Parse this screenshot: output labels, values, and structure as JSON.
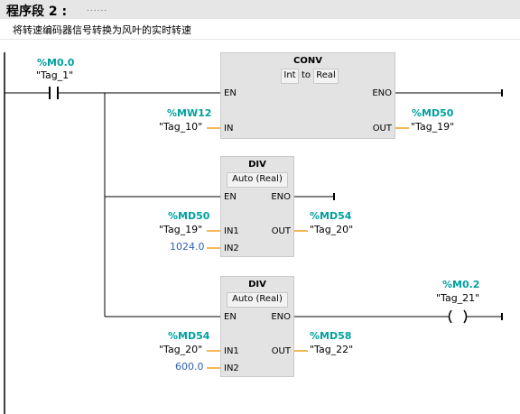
{
  "network": {
    "title": "程序段 2 :",
    "title_dots": "......",
    "comment": "将转速编码器信号转换为风叶的实时转速"
  },
  "contact": {
    "address": "%M0.0",
    "tag": "\"Tag_1\""
  },
  "conv": {
    "title": "CONV",
    "type_from": "Int",
    "type_to_sep": "to",
    "type_to": "Real",
    "en": "EN",
    "eno": "ENO",
    "in": "IN",
    "out": "OUT",
    "in_addr": "%MW12",
    "in_tag": "\"Tag_10\"",
    "out_addr": "%MD50",
    "out_tag": "\"Tag_19\""
  },
  "div1": {
    "title": "DIV",
    "type": "Auto (Real)",
    "en": "EN",
    "eno": "ENO",
    "in1": "IN1",
    "in2": "IN2",
    "out": "OUT",
    "in1_addr": "%MD50",
    "in1_tag": "\"Tag_19\"",
    "in2_const": "1024.0",
    "out_addr": "%MD54",
    "out_tag": "\"Tag_20\""
  },
  "div2": {
    "title": "DIV",
    "type": "Auto (Real)",
    "en": "EN",
    "eno": "ENO",
    "in1": "IN1",
    "in2": "IN2",
    "out": "OUT",
    "in1_addr": "%MD54",
    "in1_tag": "\"Tag_20\"",
    "in2_const": "600.0",
    "out_addr": "%MD58",
    "out_tag": "\"Tag_22\""
  },
  "coil": {
    "address": "%M0.2",
    "tag": "\"Tag_21\""
  },
  "colors": {
    "address": "#00a0a0",
    "constant": "#2f5fb0",
    "wire_param": "#f0a020",
    "box": "#e3e3e3"
  }
}
